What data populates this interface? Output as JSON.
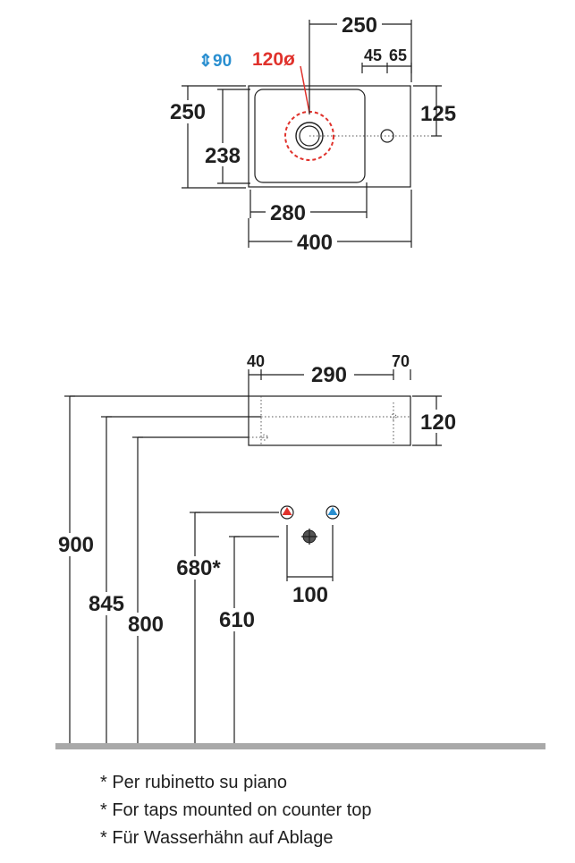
{
  "top_view": {
    "overall_width": "400",
    "bowl_width": "280",
    "tap_offset": "250",
    "dim_45": "45",
    "dim_65": "65",
    "overall_depth": "250",
    "bowl_depth": "238",
    "tap_depth": "125",
    "drain_diameter": "120ø",
    "drain_height": "90"
  },
  "elevation": {
    "left_wall": "40",
    "inner_width": "290",
    "right_wall": "70",
    "basin_height": "120",
    "height_top": "900",
    "height_mid": "845",
    "height_drain": "800",
    "tap_height": "680*",
    "waste_height": "610",
    "pipe_spacing": "100"
  },
  "notes": [
    "* Per rubinetto su piano",
    "* For taps mounted on counter top",
    "* Für Wasserhähn auf Ablage"
  ],
  "colors": {
    "hot": "#e0322c",
    "cold": "#2a8fd0",
    "floor": "#a9a9a9",
    "ink": "#1f1f1f"
  }
}
